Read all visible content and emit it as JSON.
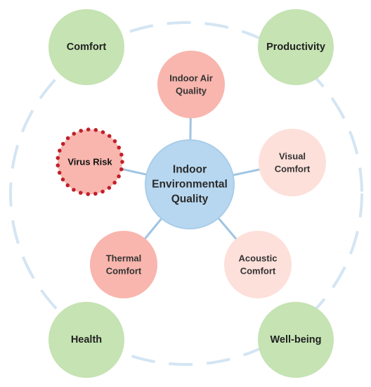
{
  "diagram": {
    "center": {
      "lines": [
        "Indoor",
        "Environmental",
        "Quality"
      ],
      "fill": "#b7d7f0",
      "stroke": "#a9cde9",
      "text_color": "#2b2b2b"
    },
    "factors": [
      {
        "id": "indoor-air-quality",
        "lines": [
          "Indoor Air",
          "Quality"
        ],
        "fill": "#f8b6ae",
        "text_color": "#333333"
      },
      {
        "id": "visual-comfort",
        "lines": [
          "Visual",
          "Comfort"
        ],
        "fill": "#fde0da",
        "text_color": "#333333"
      },
      {
        "id": "acoustic-comfort",
        "lines": [
          "Acoustic",
          "Comfort"
        ],
        "fill": "#fde0da",
        "text_color": "#333333"
      },
      {
        "id": "thermal-comfort",
        "lines": [
          "Thermal",
          "Comfort"
        ],
        "fill": "#f8b6ae",
        "text_color": "#333333"
      },
      {
        "id": "virus-risk",
        "lines": [
          "Virus Risk"
        ],
        "fill": "#f8b6ae",
        "text_color": "#111111",
        "dot_border": "#c0202a"
      }
    ],
    "outcomes": [
      {
        "id": "comfort",
        "label": "Comfort"
      },
      {
        "id": "productivity",
        "label": "Productivity"
      },
      {
        "id": "health",
        "label": "Health"
      },
      {
        "id": "well-being",
        "label": "Well-being"
      }
    ],
    "colors": {
      "outcome_fill": "#c5e3b3",
      "outcome_text": "#222222",
      "connector": "#9fc4e2",
      "outer_ring": "#d4e5f3"
    }
  }
}
